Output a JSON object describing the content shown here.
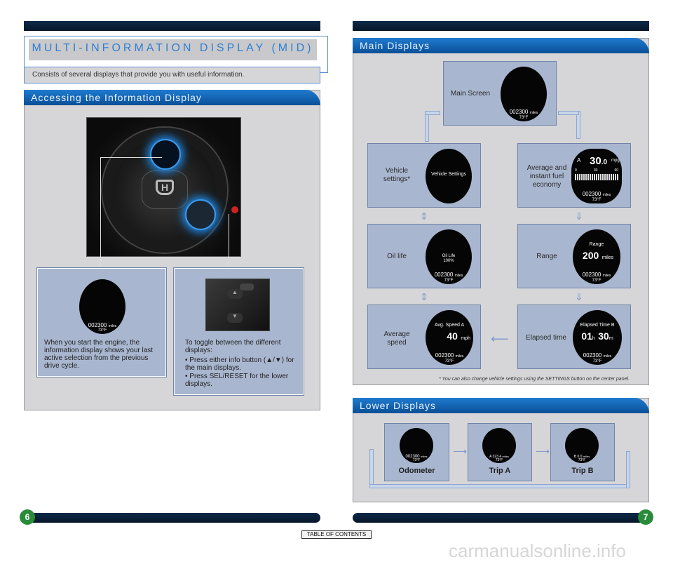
{
  "left": {
    "title": "MULTI-INFORMATION DISPLAY (MID)",
    "subtitle": "Consists of several displays that provide you with useful information.",
    "section_title": "Accessing the Information Display",
    "box1": {
      "odo": "002300",
      "odo_unit": "miles",
      "temp": "73°F",
      "text": "When you start the engine, the information display shows your last active selection from the previous drive cycle."
    },
    "box2": {
      "intro": "To toggle between the different displays:",
      "bullet1": "• Press either info button (▲/▼) for the main displays.",
      "bullet2": "• Press SEL/RESET for the lower displays."
    },
    "page_number": "6"
  },
  "right": {
    "main_title": "Main Displays",
    "main_screen": {
      "label": "Main Screen",
      "odo": "002300",
      "odo_unit": "miles",
      "temp": "73°F"
    },
    "vehicle": {
      "label": "Vehicle settings*",
      "screen_text": "Vehicle Settings"
    },
    "fuel": {
      "label": "Average and instant fuel economy",
      "mode": "A",
      "value": "30",
      "decimal": ".0",
      "unit": "mpg",
      "s0": "0",
      "s1": "30",
      "s2": "60",
      "odo": "002300",
      "odo_unit": "miles",
      "temp": "73°F"
    },
    "oil": {
      "label": "Oil life",
      "screen_title": "Oil Life",
      "screen_value": "100%",
      "odo": "002300",
      "odo_unit": "miles",
      "temp": "73°F"
    },
    "range": {
      "label": "Range",
      "screen_title": "Range",
      "value": "200",
      "unit": "miles",
      "odo": "002300",
      "odo_unit": "miles",
      "temp": "73°F"
    },
    "speed": {
      "label": "Average speed",
      "screen_title": "Avg. Speed A",
      "value": "40",
      "unit": "mph",
      "odo": "002300",
      "odo_unit": "miles",
      "temp": "73°F"
    },
    "elapsed": {
      "label": "Elapsed time",
      "screen_title": "Elapsed Time B",
      "hours": "01",
      "h": "h",
      "minutes": "30",
      "m": "m",
      "odo": "002300",
      "odo_unit": "miles",
      "temp": "73°F"
    },
    "footnote": "* You can also change vehicle settings using the SETTINGS button on the center panel.",
    "lower_title": "Lower Displays",
    "odometer": {
      "label": "Odometer",
      "odo": "002300",
      "odo_unit": "miles",
      "temp": "73°F"
    },
    "tripa": {
      "label": "Trip A",
      "prefix": "A",
      "value": "323.4",
      "unit": "miles",
      "temp": "73°F"
    },
    "tripb": {
      "label": "Trip B",
      "prefix": "B",
      "value": "0.0",
      "unit": "miles",
      "temp": "73°F"
    },
    "page_number": "7"
  },
  "toc_button": "TABLE OF CONTENTS",
  "watermark": "carmanualsonline.info"
}
